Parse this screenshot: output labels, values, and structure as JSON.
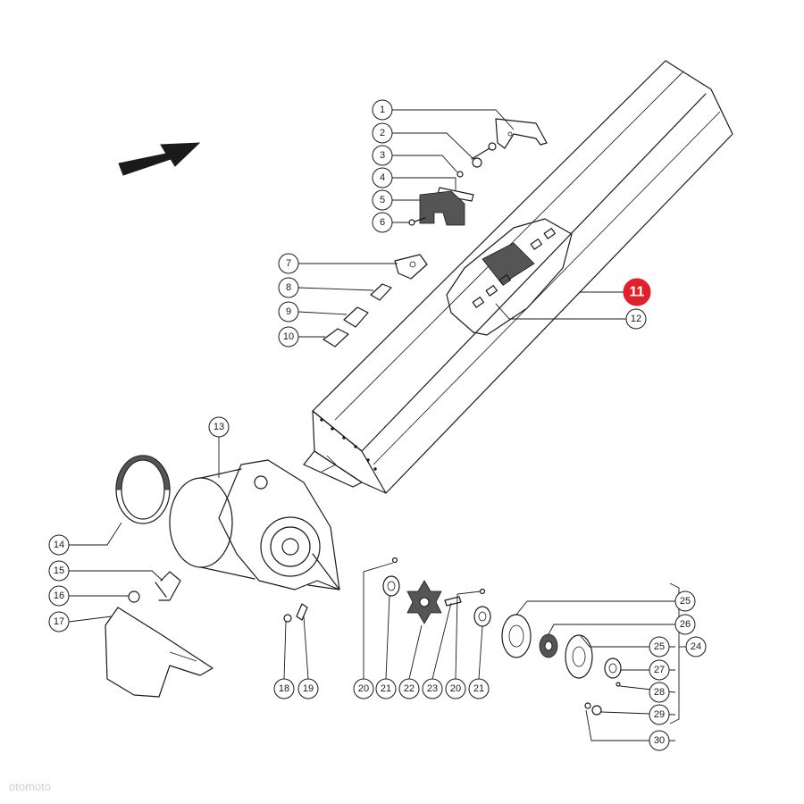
{
  "callouts": {
    "c1": "1",
    "c2": "2",
    "c3": "3",
    "c4": "4",
    "c5": "5",
    "c6": "6",
    "c7": "7",
    "c8": "8",
    "c9": "9",
    "c10": "10",
    "c11": "11",
    "c12": "12",
    "c13": "13",
    "c14": "14",
    "c15": "15",
    "c16": "16",
    "c17": "17",
    "c18": "18",
    "c19": "19",
    "c20a": "20",
    "c21a": "21",
    "c22": "22",
    "c23": "23",
    "c20b": "20",
    "c21b": "21",
    "c24": "24",
    "c25a": "25",
    "c26": "26",
    "c25b": "25",
    "c27": "27",
    "c28": "28",
    "c29": "29",
    "c30": "30"
  },
  "highlight_color": "#e0202b",
  "watermark": "otomoto"
}
